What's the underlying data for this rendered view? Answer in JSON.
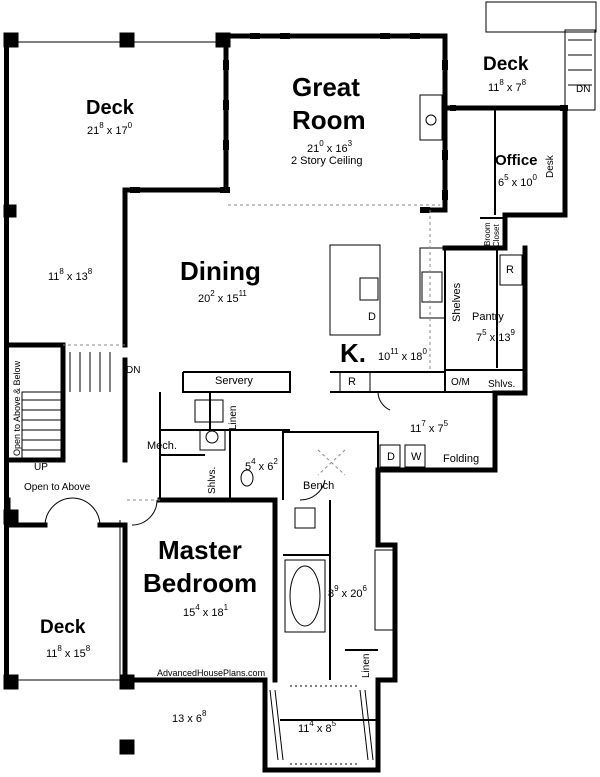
{
  "rooms": {
    "deck_nw": {
      "name": "Deck",
      "dim_w": "21",
      "dim_w_in": "8",
      "dim_d": "17",
      "dim_d_in": "0"
    },
    "deck_w": {
      "dim_w": "11",
      "dim_w_in": "8",
      "dim_d": "13",
      "dim_d_in": "8"
    },
    "great_room": {
      "name_line1": "Great",
      "name_line2": "Room",
      "dim_w": "21",
      "dim_w_in": "0",
      "dim_d": "16",
      "dim_d_in": "3",
      "note": "2 Story Ceiling"
    },
    "deck_ne": {
      "name": "Deck",
      "dim_w": "11",
      "dim_w_in": "8",
      "dim_d": "7",
      "dim_d_in": "8"
    },
    "office": {
      "name": "Office",
      "dim_w": "6",
      "dim_w_in": "5",
      "dim_d": "10",
      "dim_d_in": "0"
    },
    "dining": {
      "name": "Dining",
      "dim_w": "20",
      "dim_w_in": "2",
      "dim_d": "15",
      "dim_d_in": "11"
    },
    "kitchen": {
      "name": "K.",
      "dim_w": "10",
      "dim_w_in": "11",
      "dim_d": "18",
      "dim_d_in": "0"
    },
    "pantry": {
      "name": "Pantry",
      "dim_w": "7",
      "dim_w_in": "5",
      "dim_d": "13",
      "dim_d_in": "9"
    },
    "laundry": {
      "dim_w": "11",
      "dim_w_in": "7",
      "dim_d": "7",
      "dim_d_in": "5"
    },
    "powder": {
      "dim_w": "5",
      "dim_w_in": "4",
      "dim_d": "6",
      "dim_d_in": "2"
    },
    "master": {
      "name_line1": "Master",
      "name_line2": "Bedroom",
      "dim_w": "15",
      "dim_w_in": "4",
      "dim_d": "18",
      "dim_d_in": "1"
    },
    "master_bath": {
      "dim_w": "8",
      "dim_w_in": "9",
      "dim_d": "20",
      "dim_d_in": "6"
    },
    "closet": {
      "dim_w": "11",
      "dim_w_in": "4",
      "dim_d": "8",
      "dim_d_in": "5"
    },
    "deck_sw": {
      "name": "Deck",
      "dim_w": "11",
      "dim_w_in": "8",
      "dim_d": "15",
      "dim_d_in": "8"
    },
    "patio_s": {
      "dim_w": "13",
      "dim_w_in": "",
      "dim_d": "6",
      "dim_d_in": "8"
    }
  },
  "labels": {
    "desk": "Desk",
    "broom_closet_1": "Broom",
    "broom_closet_2": "Closet",
    "fridge_r": "R",
    "shelves": "Shelves",
    "servery": "Servery",
    "r": "R",
    "om": "O/M",
    "shlvs_e": "Shlvs.",
    "linen_1": "Linen",
    "mech": "Mech.",
    "shlvs_w": "Shlvs.",
    "bench": "Bench",
    "d": "D",
    "w": "W",
    "folding": "Folding",
    "dishwasher": "D",
    "dn_top": "DN",
    "dn_stair": "DN",
    "up": "UP",
    "open_above_below": "Open to Above & Below",
    "open_above": "Open to Above",
    "linen_2": "Linen",
    "copyright": "AdvancedHousePlans.com"
  },
  "colors": {
    "wall": "#000000",
    "thin": "#333333",
    "dash": "#888888",
    "background": "#ffffff"
  }
}
